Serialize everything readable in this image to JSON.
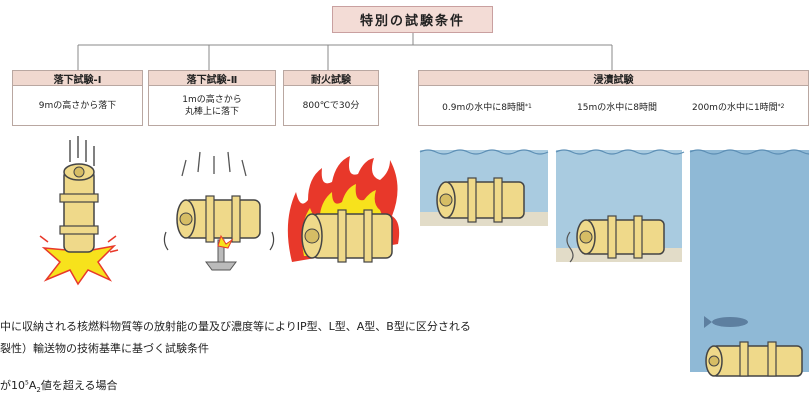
{
  "title": "特別の試験条件",
  "tests": [
    {
      "head": "落下試験-Ⅰ",
      "desc": "9mの高さから落下"
    },
    {
      "head": "落下試験-Ⅱ",
      "desc_line1": "1mの高さから",
      "desc_line2": "丸棒上に落下"
    },
    {
      "head": "耐火試験",
      "desc": "800℃で30分"
    },
    {
      "head": "浸漬試験",
      "sub": [
        {
          "desc": "0.9mの水中に8時間",
          "mark": "*1"
        },
        {
          "desc": "15mの水中に8時間"
        },
        {
          "desc": "200mの水中に1時間",
          "mark": "*2"
        }
      ]
    }
  ],
  "notes": {
    "line1": "中に収納される核燃料物質等の放射能の量及び濃度等によりIP型、L型、A型、B型に区分される",
    "line2": "裂性）輸送物の技術基準に基づく試験条件",
    "line3_a": "が10",
    "line3_exp": "5",
    "line3_b": "A",
    "line3_sub": "2",
    "line3_c": "値を超える場合"
  },
  "colors": {
    "water": "#a9cbe0",
    "water_deep": "#8fb9d6",
    "cask": "#efd98a",
    "cask_stroke": "#444",
    "fire": "#e8382a",
    "fire_inner": "#f7e21c",
    "header_bg": "#f0d8cf"
  }
}
